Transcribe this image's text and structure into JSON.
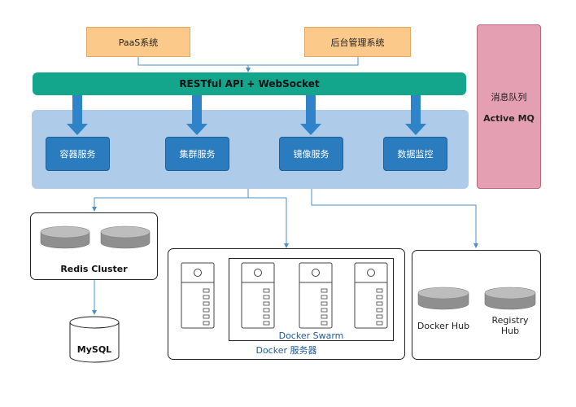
{
  "top": {
    "paas_label": "PaaS系统",
    "admin_label": "后台管理系统"
  },
  "api_bar": {
    "label": "RESTful API + WebSocket"
  },
  "services": {
    "container": "容器服务",
    "cluster": "集群服务",
    "image": "镜像服务",
    "monitor": "数据监控"
  },
  "message_queue": {
    "title": "消息队列",
    "name": "Active MQ"
  },
  "redis": {
    "label": "Redis Cluster"
  },
  "mysql": {
    "label": "MySQL"
  },
  "docker_server": {
    "swarm_label": "Docker Swarm",
    "server_label": "Docker 服务器"
  },
  "hubs": {
    "docker_hub": "Docker Hub",
    "registry_hub_line1": "Registry",
    "registry_hub_line2": "Hub"
  },
  "colors": {
    "orange": "#fbc98a",
    "teal": "#14a58d",
    "panel_blue": "#aecbe9",
    "service_blue": "#2b7bbf",
    "pink": "#e59fb2",
    "arrow_blue": "#2e83c9",
    "connector_blue": "#4a90c8"
  }
}
